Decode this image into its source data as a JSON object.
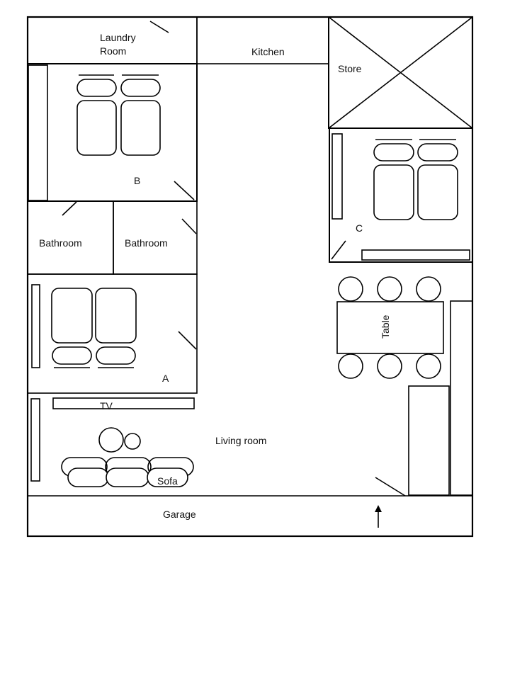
{
  "labels": {
    "laundry_line1": "Laundry",
    "laundry_line2": "Room",
    "kitchen": "Kitchen",
    "store": "Store",
    "room_b": "B",
    "room_c": "C",
    "bathroom_left": "Bathroom",
    "bathroom_right": "Bathroom",
    "room_a": "A",
    "table": "Table",
    "tv": "TV",
    "living_room": "Living room",
    "sofa": "Sofa",
    "garage": "Garage"
  },
  "colors": {
    "line": "#000000",
    "background": "#ffffff"
  }
}
